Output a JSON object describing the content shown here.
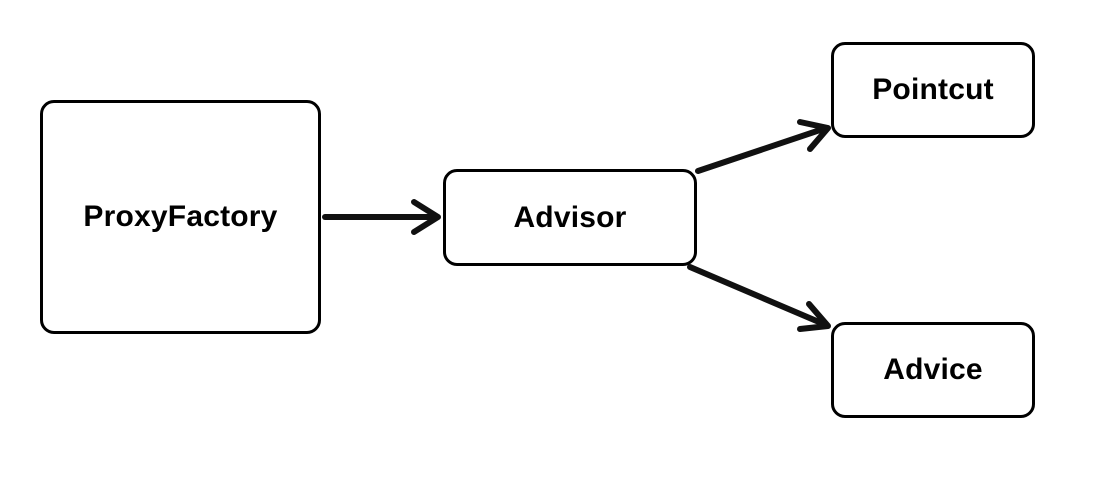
{
  "diagram": {
    "nodes": {
      "proxyfactory": {
        "label": "ProxyFactory"
      },
      "advisor": {
        "label": "Advisor"
      },
      "pointcut": {
        "label": "Pointcut"
      },
      "advice": {
        "label": "Advice"
      }
    },
    "edges": [
      {
        "from": "proxyfactory",
        "to": "advisor"
      },
      {
        "from": "advisor",
        "to": "pointcut"
      },
      {
        "from": "advisor",
        "to": "advice"
      }
    ],
    "colors": {
      "stroke": "#000000",
      "background": "#ffffff"
    }
  }
}
